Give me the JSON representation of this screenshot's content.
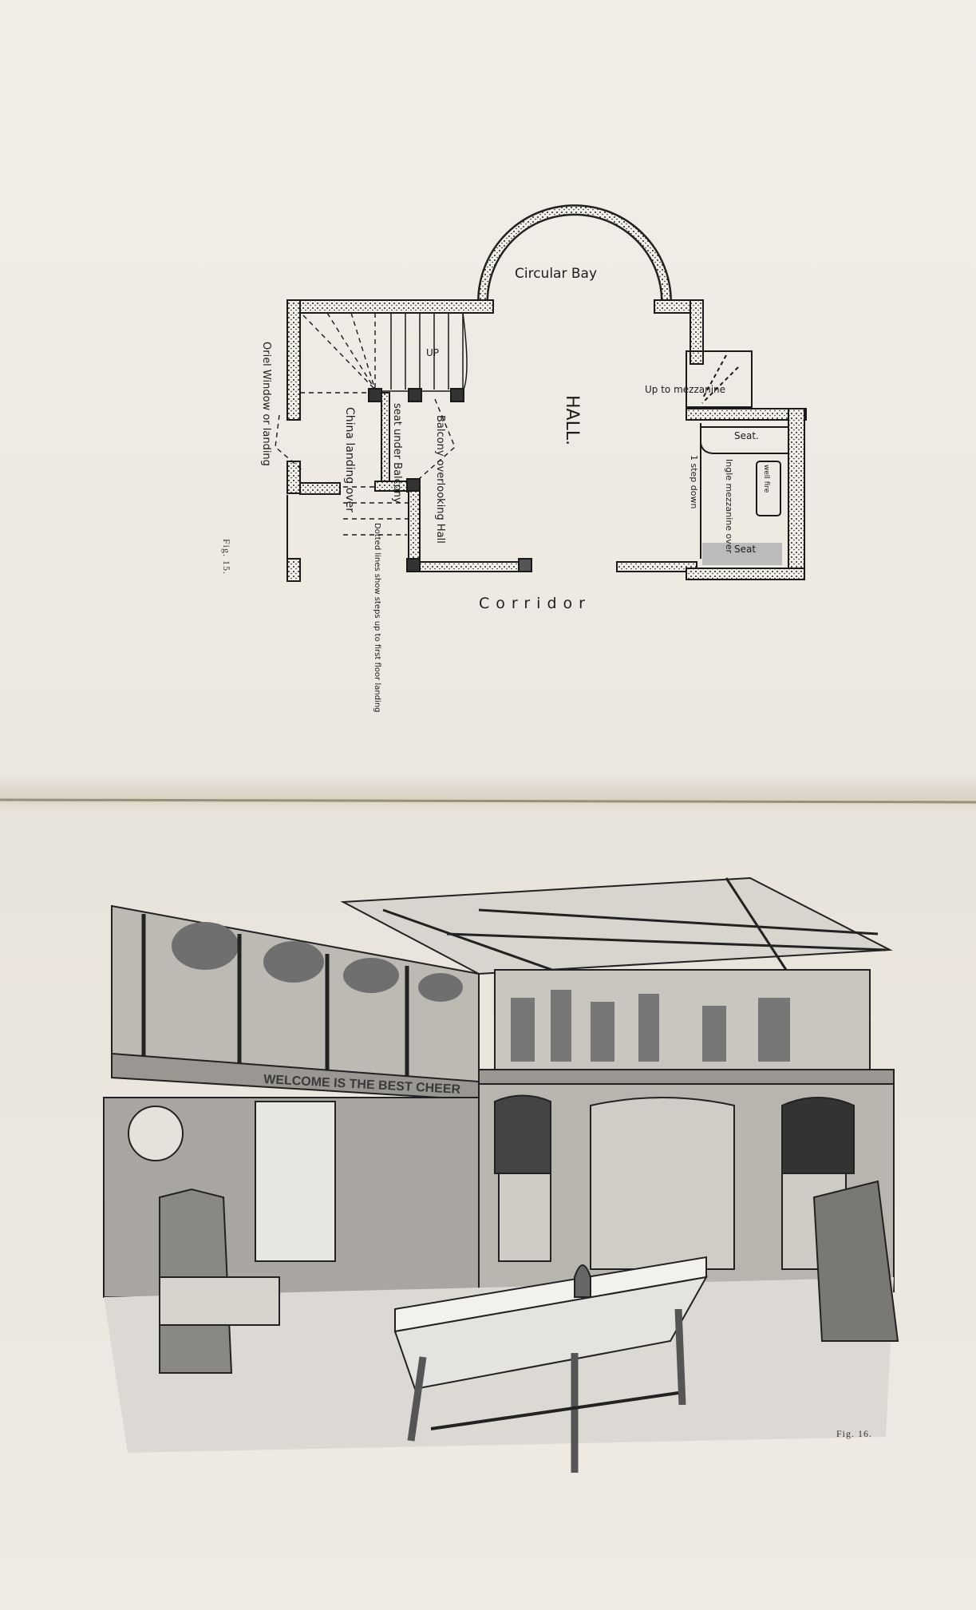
{
  "plan": {
    "figure_label": "Fig. 15.",
    "labels": {
      "circular_bay": "Circular Bay",
      "hall": "HALL.",
      "up": "UP",
      "oriel": "Oriel Window or landing",
      "china": "China landing over",
      "seat_balcony": "seat under Balcony",
      "balcony": "Balcony overlooking Hall",
      "dotted": "Dotted lines show steps up to first floor landing",
      "corridor": "Corridor",
      "mezzanine": "Up to mezzanine",
      "seat_top": "Seat.",
      "ingle": "Ingle mezzanine over",
      "well_fire": "well fire",
      "step_down": "1 step down",
      "seat_bottom": "Seat"
    }
  },
  "illustration": {
    "figure_label": "Fig. 16.",
    "frieze_motto": "WELCOME IS THE BEST CHEER"
  }
}
